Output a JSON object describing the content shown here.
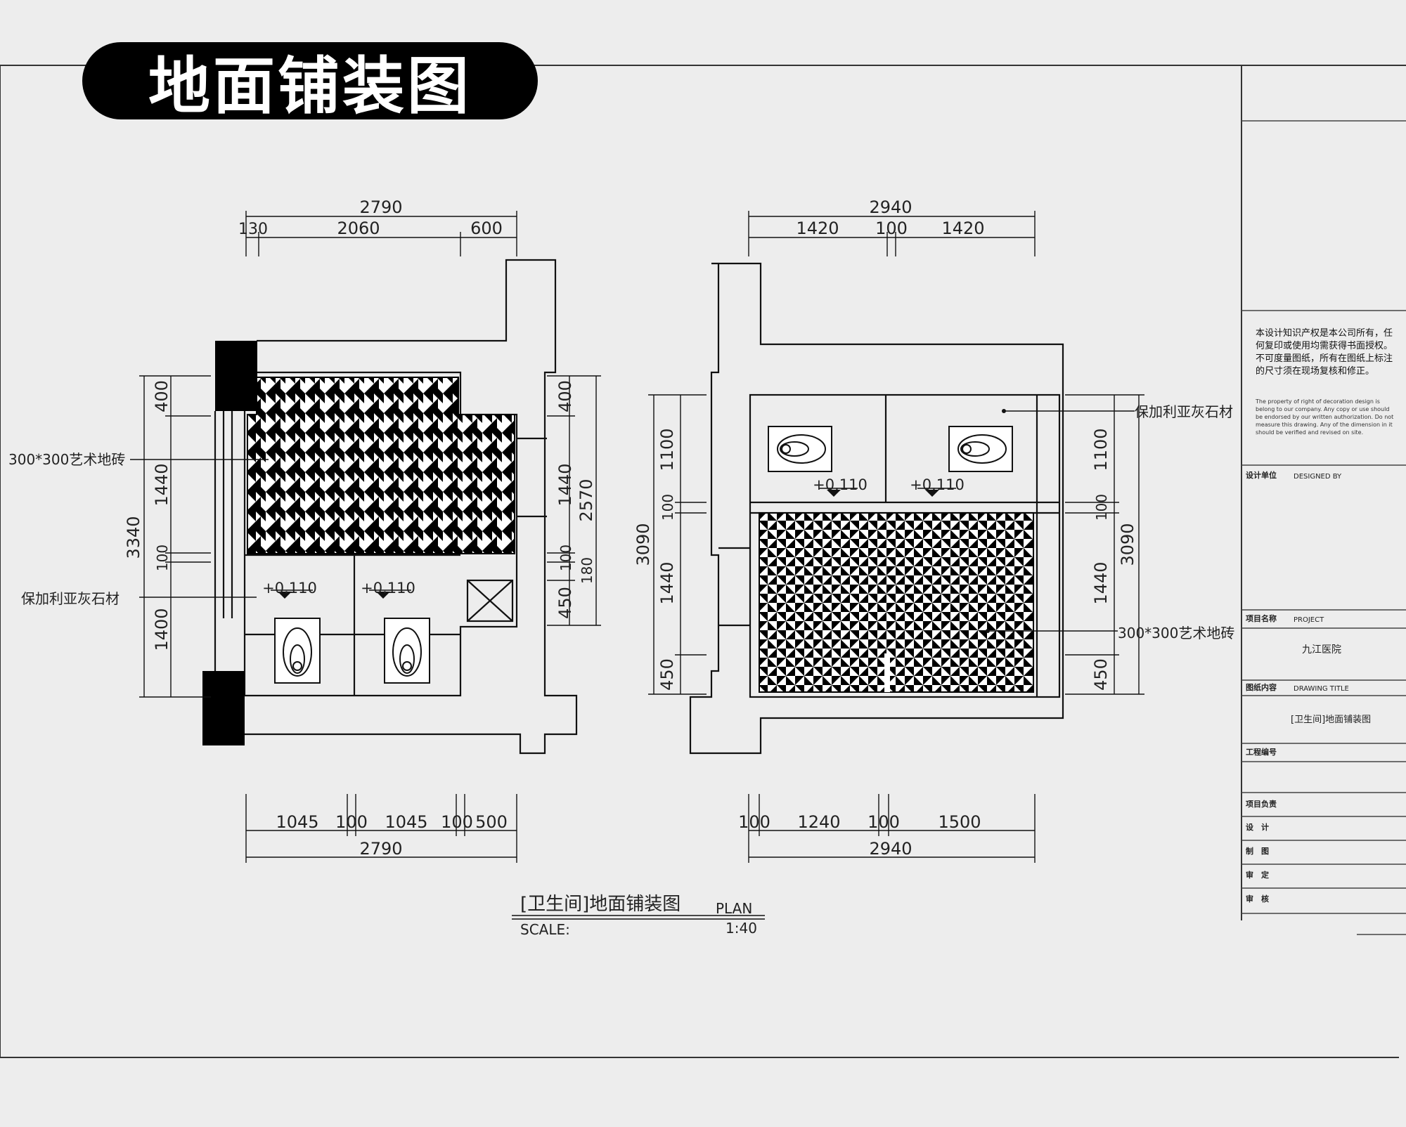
{
  "header": {
    "title": "地面铺装图"
  },
  "plan": {
    "caption": "[卫生间]地面铺装图",
    "plan_label": "PLAN",
    "scale_label": "SCALE:",
    "scale_value": "1:40"
  },
  "left_plan": {
    "top_total": "2790",
    "top_segments": [
      "130",
      "2060",
      "600"
    ],
    "bottom_segments": [
      "1045",
      "100",
      "1045",
      "100",
      "500"
    ],
    "bottom_total": "2790",
    "left_total": "3340",
    "left_segments": [
      "400",
      "1440",
      "100",
      "1400"
    ],
    "right_segments": [
      "400",
      "1440",
      "100",
      "180",
      "450"
    ],
    "right_total": "2570",
    "levels": [
      "+0.110",
      "+0.110"
    ],
    "labels": {
      "tile": "300*300艺术地砖",
      "stone": "保加利亚灰石材"
    }
  },
  "right_plan": {
    "top_total": "2940",
    "top_segments": [
      "1420",
      "100",
      "1420"
    ],
    "bottom_segments": [
      "100",
      "1240",
      "100",
      "1500"
    ],
    "bottom_total": "2940",
    "left_total": "3090",
    "left_segments": [
      "1100",
      "100",
      "1440",
      "450"
    ],
    "right_segments": [
      "1100",
      "100",
      "1440",
      "450"
    ],
    "right_total": "3090",
    "levels": [
      "+0.110",
      "+0.110"
    ],
    "labels": {
      "stone": "保加利亚灰石材",
      "tile": "300*300艺术地砖"
    }
  },
  "title_block": {
    "notes_cn": "本设计知识产权是本公司所有，任何复印或使用均需获得书面授权。不可度量图纸，所有在图纸上标注的尺寸须在现场复核和修正。",
    "notes_en": "The property of right of decoration design is belong to our company. Any copy or use should be endorsed by our written authorization. Do not measure this drawing. Any of the dimension in it should be verified and revised on site.",
    "designed_by_label": "设计单位",
    "designed_by_en": "DESIGNED BY",
    "project_label": "项目名称",
    "project_en": "PROJECT",
    "project_name": "九江医院",
    "drawing_title_label": "图纸内容",
    "drawing_title_en": "DRAWING TITLE",
    "drawing_title": "[卫生间]地面铺装图",
    "job_no_label": "工程编号",
    "sign_rows": [
      "项目负责",
      "设　计",
      "制　图",
      "审　定",
      "审　核"
    ]
  },
  "colors": {
    "ink": "#111111",
    "paper": "#ededed",
    "pill": "#000000"
  }
}
